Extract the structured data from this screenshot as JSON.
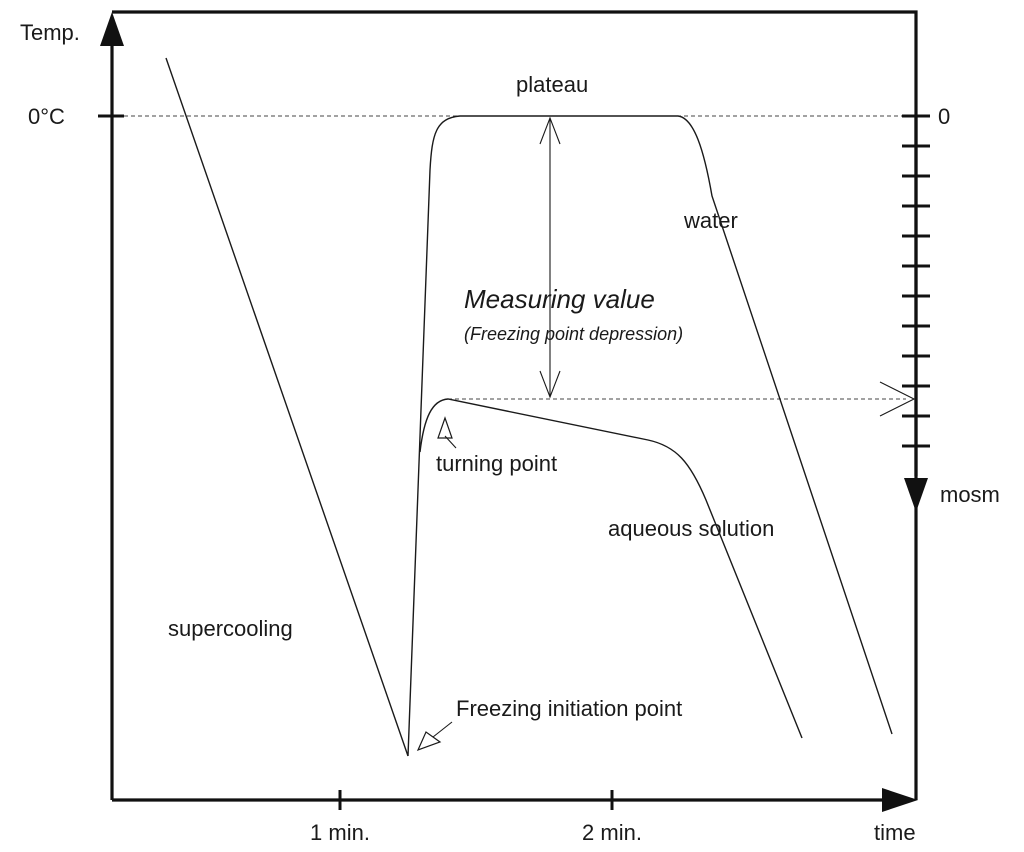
{
  "axes": {
    "y_label": "Temp.",
    "y_zero_label": "0°C",
    "x_label": "time",
    "x_ticks": [
      "1 min.",
      "2 min."
    ],
    "right_zero_label": "0",
    "right_label": "mosm"
  },
  "annotations": {
    "plateau": "plateau",
    "water": "water",
    "measuring_value": "Measuring value",
    "measuring_sub": "(Freezing point depression)",
    "turning_point": "turning point",
    "aqueous_solution": "aqueous solution",
    "supercooling": "supercooling",
    "freezing_initiation": "Freezing initiation point"
  },
  "colors": {
    "ink": "#1a1a1a",
    "background": "#ffffff"
  }
}
